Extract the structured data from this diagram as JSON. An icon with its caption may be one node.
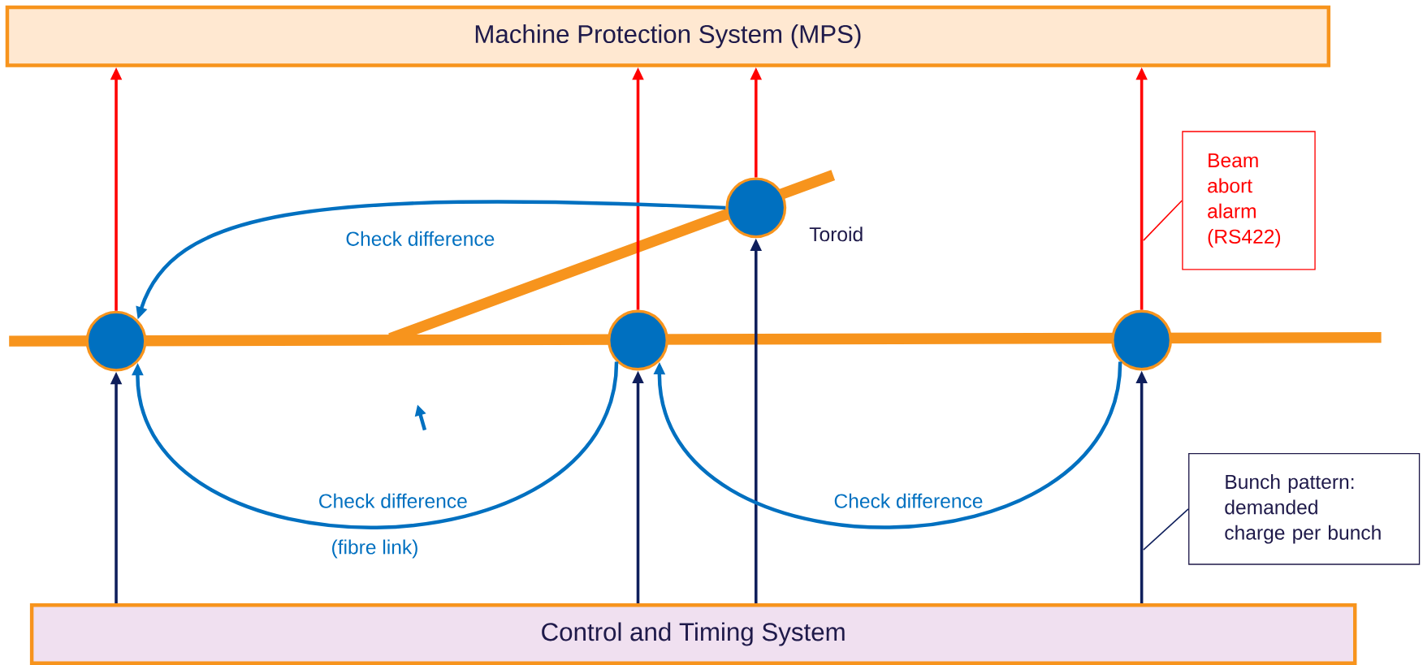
{
  "diagram": {
    "nodes": [
      {
        "text": [
          "Machine Protection System (MPS)"
        ]
      },
      {
        "text": [
          "Control and Timing System"
        ]
      },
      {
        "text": [],
        "shape": "circle"
      },
      {
        "text": [],
        "shape": "circle"
      },
      {
        "text": [],
        "shape": "circle",
        "beside": [
          "Toroid"
        ]
      },
      {
        "text": [],
        "shape": "circle"
      },
      {
        "text": [
          "Beam abort alarm (RS422)"
        ]
      },
      {
        "text": [
          "Bunch pattern: demanded charge per bunch"
        ]
      }
    ],
    "edges": [
      {
        "from": 2,
        "to": 0,
        "arrow": "to",
        "color": "#ff0000"
      },
      {
        "from": 3,
        "to": 0,
        "arrow": "to",
        "color": "#ff0000"
      },
      {
        "from": 4,
        "to": 0,
        "arrow": "to",
        "color": "#ff0000"
      },
      {
        "from": 5,
        "to": 0,
        "arrow": "to",
        "color": "#ff0000"
      },
      {
        "from": 1,
        "to": 2,
        "arrow": "to",
        "color": "#0f1f5c"
      },
      {
        "from": 1,
        "to": 3,
        "arrow": "to",
        "color": "#0f1f5c"
      },
      {
        "from": 1,
        "to": 4,
        "arrow": "to",
        "color": "#0f1f5c"
      },
      {
        "from": 1,
        "to": 5,
        "arrow": "to",
        "color": "#0f1f5c"
      },
      {
        "from": 4,
        "to": 2,
        "arrow": "to",
        "label": "Check difference",
        "color": "#0070c0"
      },
      {
        "from": 3,
        "to": 2,
        "arrow": "to",
        "label": "Check difference",
        "color": "#0070c0"
      },
      {
        "from": 5,
        "to": 3,
        "arrow": "to",
        "label": "Check difference",
        "color": "#0070c0"
      },
      {
        "from": 6,
        "to": null,
        "arrow": "none",
        "color": "#ff0000"
      },
      {
        "from": 7,
        "to": null,
        "arrow": "none",
        "color": "#0f1f5c"
      }
    ],
    "labels": [
      "(fibre link)"
    ]
  }
}
